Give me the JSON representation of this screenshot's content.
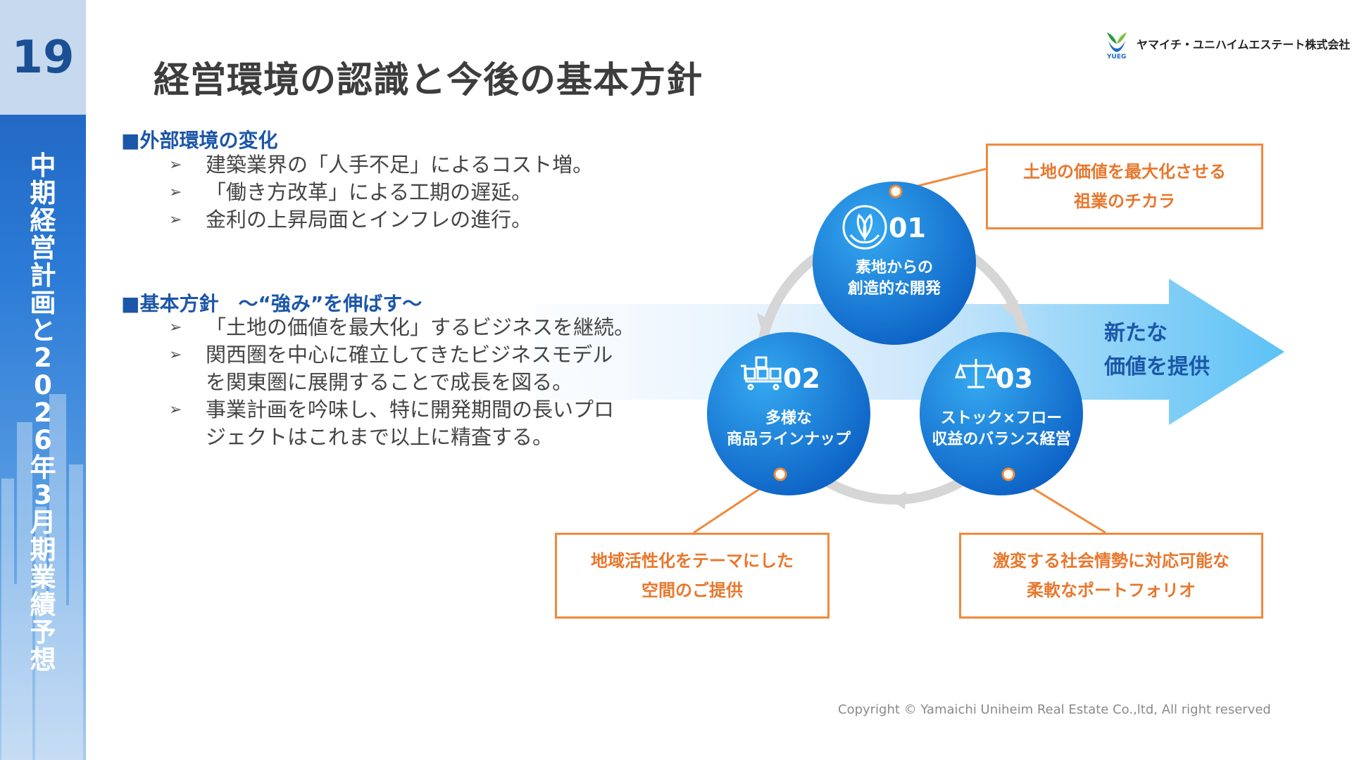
{
  "page_number": "19",
  "sidebar_title_chars": [
    "中",
    "期",
    "経",
    "営",
    "計",
    "画",
    "と",
    "2",
    "0",
    "2",
    "6",
    "年",
    "3",
    "月",
    "期",
    "業",
    "績",
    "予",
    "想"
  ],
  "title": "経営環境の認識と今後の基本方針",
  "logo": {
    "company": "ヤマイチ・ユニハイムエステート株式会社",
    "abbr": "YUEG"
  },
  "section1": {
    "heading": "■外部環境の変化",
    "bullets": [
      "建築業界の「人手不足」によるコスト増。",
      "「働き方改革」による工期の遅延。",
      "金利の上昇局面とインフレの進行。"
    ]
  },
  "section2": {
    "heading": "■基本方針　～“強み”を伸ばす～",
    "bullets": [
      [
        "「土地の価値を最大化」するビジネスを継続。"
      ],
      [
        "関西圏を中心に確立してきたビジネスモデル",
        "を関東圏に展開することで成長を図る。"
      ],
      [
        "事業計画を吟味し、特に開発期間の長いプロ",
        "ジェクトはこれまで以上に精査する。"
      ]
    ]
  },
  "bullet_mark": "➢",
  "circles": [
    {
      "num": "01",
      "line1": "素地からの",
      "line2": "創造的な開発",
      "icon": "leaf-hands-icon"
    },
    {
      "num": "02",
      "line1": "多様な",
      "line2": "商品ラインナップ",
      "icon": "cart-boxes-icon"
    },
    {
      "num": "03",
      "line1": "ストック×フロー",
      "line2": "収益のバランス経営",
      "icon": "scales-icon"
    }
  ],
  "callouts": [
    {
      "line1": "土地の価値を最大化させる",
      "line2": "祖業のチカラ"
    },
    {
      "line1": "地域活性化をテーマにした",
      "line2": "空間のご提供"
    },
    {
      "line1": "激変する社会情勢に対応可能な",
      "line2": "柔軟なポートフォリオ"
    }
  ],
  "arrow_text": {
    "line1": "新たな",
    "line2": "価値を提供"
  },
  "copyright": "Copyright © Yamaichi Uniheim Real Estate Co.,ltd, All right reserved",
  "colors": {
    "brand_blue": "#1b56a8",
    "callout_orange": "#f08a3c",
    "circle_blue": "#1677d6"
  }
}
